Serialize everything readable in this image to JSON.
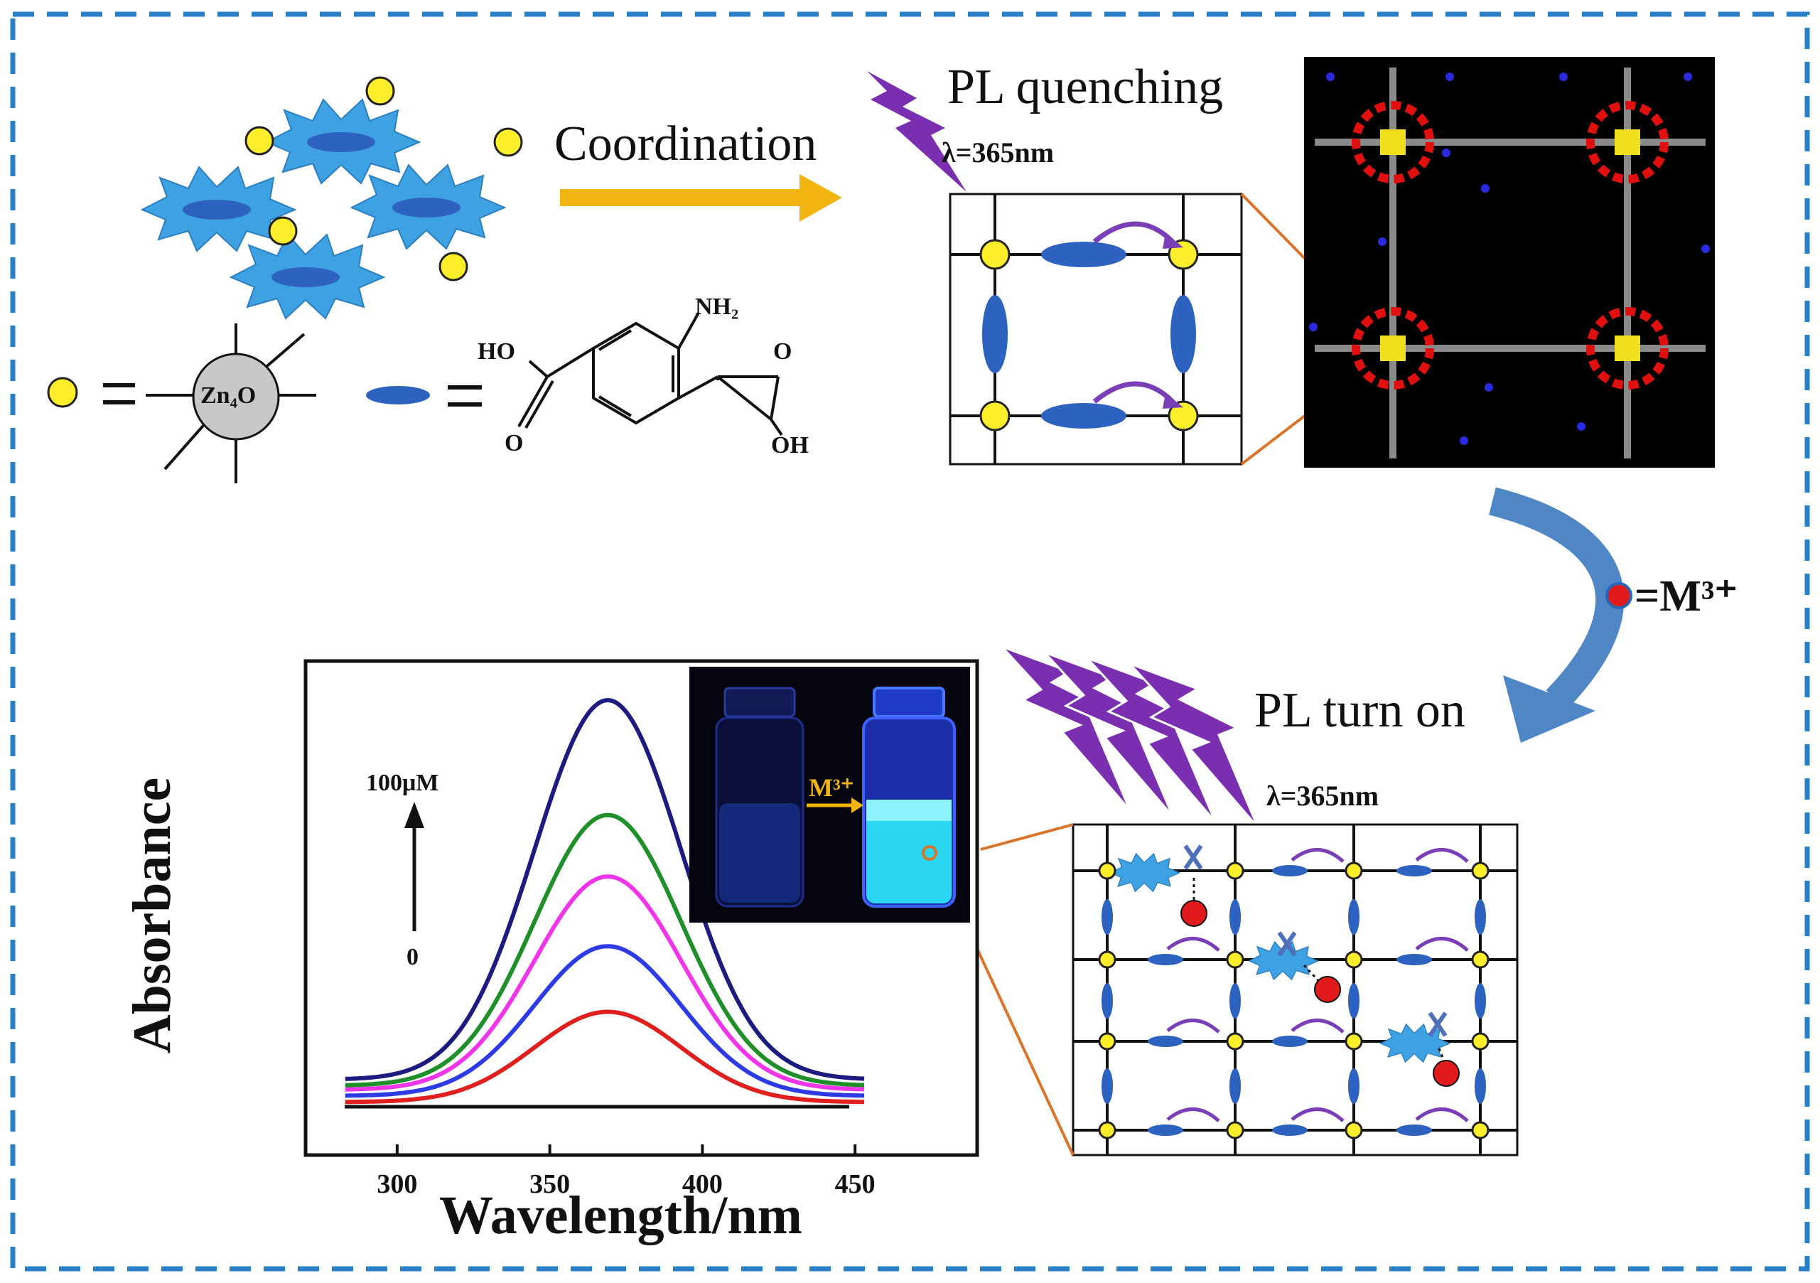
{
  "labels": {
    "coordination": "Coordination",
    "pl_quenching": "PL quenching",
    "lambda_top": "λ=365nm",
    "pl_turn_on": "PL turn on",
    "lambda_bottom": "λ=365nm",
    "m3_legend": "=M³⁺",
    "zn4o": "Zn₄O",
    "equals": "=",
    "nh2": "NH₂",
    "ho": "HO",
    "o_left": "O",
    "o_right": "O",
    "oh": "OH",
    "arrow_top": "100μM",
    "arrow_bottom": "0",
    "vial_arrow": "M³⁺"
  },
  "colors": {
    "border": "#2a7fc9",
    "node": "#ffef2a",
    "linker": "#2e62c0",
    "star": "#3ea1e2",
    "arrow": "#f2b40f",
    "bolt": "#7a2fb0",
    "metal": "#e11b1b",
    "curve_arrow": "#4f86c6"
  },
  "chart_data": {
    "type": "line",
    "title": "",
    "xlabel": "Wavelength/nm",
    "ylabel": "Absorbance",
    "xlim": [
      270,
      490
    ],
    "ticks": [
      300,
      350,
      400,
      450
    ],
    "peak_x": 369,
    "series": [
      {
        "color": "#e0201e",
        "baseline": 0.02,
        "peak": 0.24
      },
      {
        "color": "#2d3be6",
        "baseline": 0.035,
        "peak": 0.4
      },
      {
        "color": "#f035e8",
        "baseline": 0.05,
        "peak": 0.57
      },
      {
        "color": "#1f8f2a",
        "baseline": 0.06,
        "peak": 0.72
      },
      {
        "color": "#1c1c80",
        "baseline": 0.075,
        "peak": 1.0
      }
    ]
  }
}
